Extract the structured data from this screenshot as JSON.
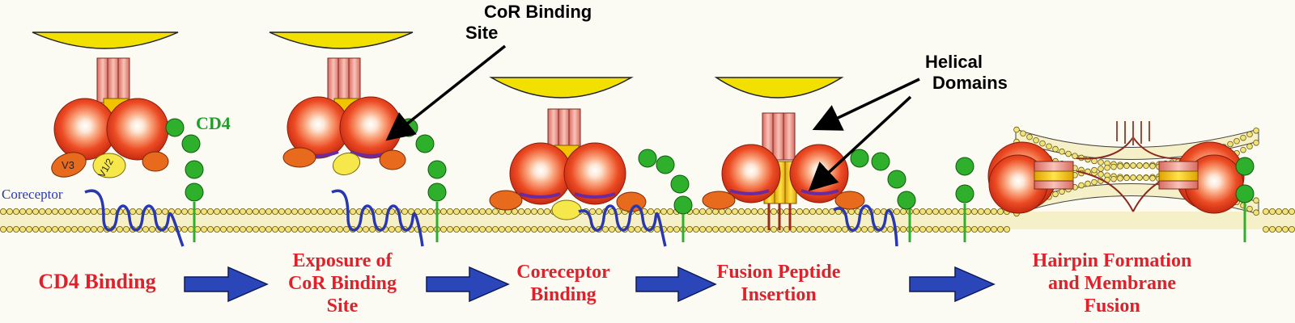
{
  "diagram": {
    "stages": [
      {
        "lines": [
          "CD4 Binding"
        ]
      },
      {
        "lines": [
          "Exposure of",
          "CoR Binding",
          "Site"
        ]
      },
      {
        "lines": [
          "Coreceptor",
          "Binding"
        ]
      },
      {
        "lines": [
          "Fusion Peptide",
          "Insertion"
        ]
      },
      {
        "lines": [
          "Hairpin Formation",
          "and Membrane",
          "Fusion"
        ]
      }
    ],
    "callouts": {
      "cor_binding_site": [
        "CoR Binding",
        "Site"
      ],
      "helical_domains": [
        "Helical",
        "Domains"
      ]
    },
    "labels": {
      "cd4": "CD4",
      "coreceptor": "Coreceptor",
      "v3": "V3",
      "v12": "V1/2"
    },
    "colors": {
      "stage_label": "#e0202a",
      "arrow": "#2a46b8",
      "cd4": "#1f9e2a",
      "coreceptor": "#2a38b0",
      "virus_membrane": "#f2e000",
      "gp120": "#e8401c",
      "helix": "#f2a8a0",
      "membrane_head": "#f2e27a"
    }
  }
}
